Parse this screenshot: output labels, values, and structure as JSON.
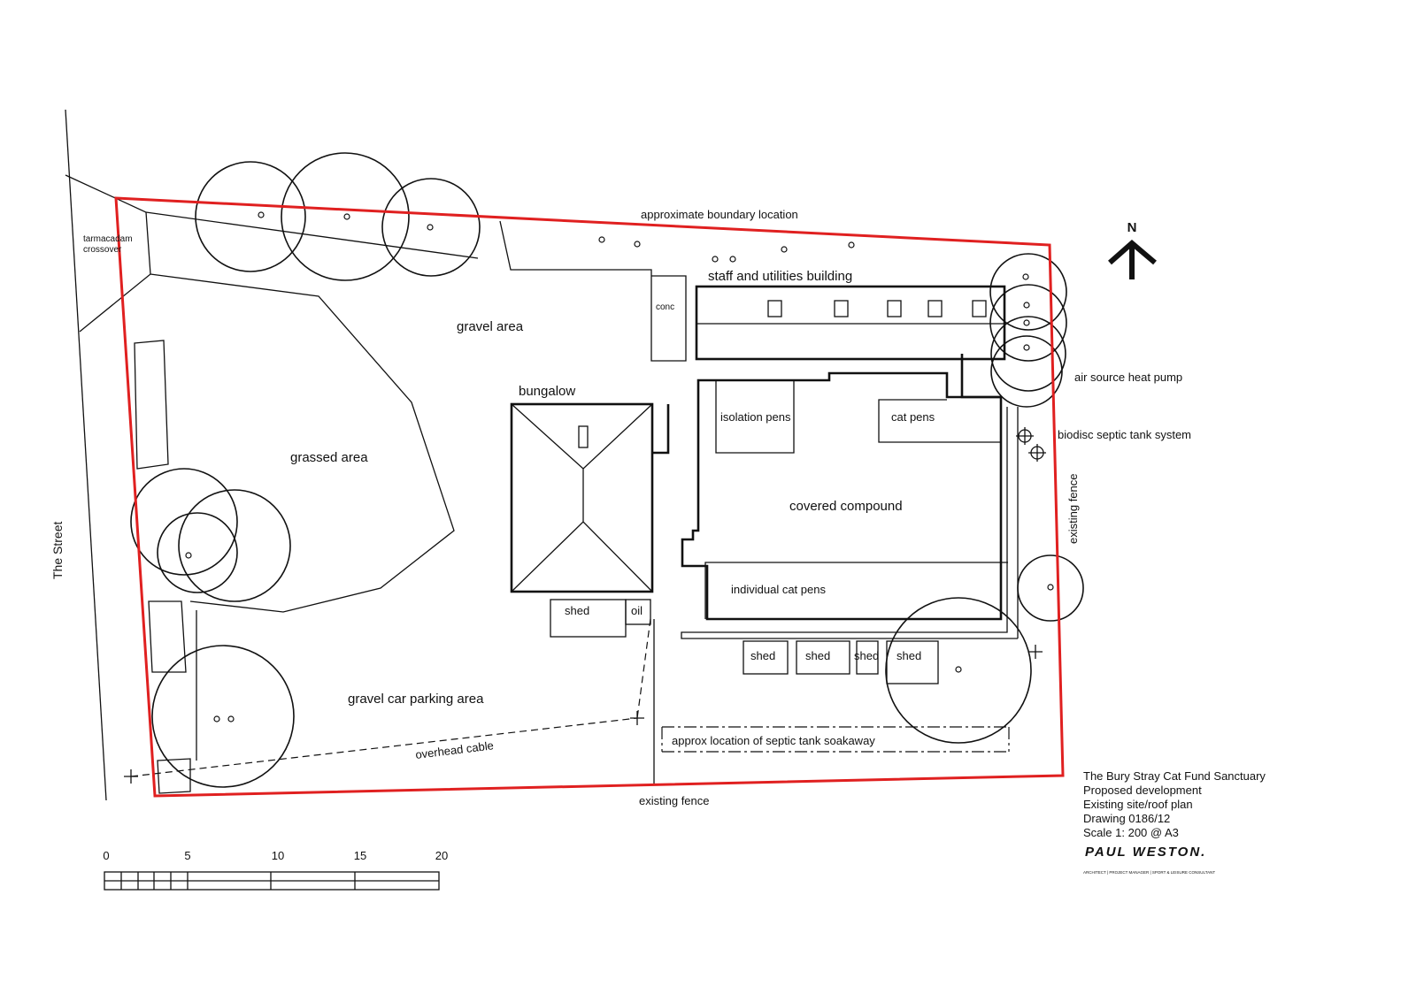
{
  "labels": {
    "street": "The Street",
    "tarmac1": "tarmacadam",
    "tarmac2": "crossover",
    "boundary": "approximate boundary location",
    "staff_building": "staff and utilities building",
    "conc": "conc",
    "gravel_area": "gravel area",
    "bungalow": "bungalow",
    "grassed_area": "grassed area",
    "isolation_pens": "isolation pens",
    "cat_pens": "cat pens",
    "covered_compound": "covered compound",
    "individual_cat_pens": "individual cat pens",
    "air_source": "air source heat pump",
    "biodisc": "biodisc septic tank system",
    "existing_fence_right": "existing fence",
    "existing_fence_bottom": "existing fence",
    "shed": "shed",
    "oil": "oil",
    "gravel_parking": "gravel car parking area",
    "overhead_cable": "overhead cable",
    "septic_soakaway": "approx location of septic tank soakaway",
    "north": "N"
  },
  "title_block": {
    "line1": "The Bury Stray Cat Fund Sanctuary",
    "line2": "Proposed development",
    "line3": "Existing site/roof plan",
    "line4": "Drawing 0186/12",
    "line5": "Scale 1: 200 @ A3",
    "signature": "PAUL WESTON.",
    "credentials": "ARCHITECT | PROJECT MANAGER | SPORT & LEISURE CONSULTANT"
  },
  "scale_bar": {
    "ticks": [
      "0",
      "5",
      "10",
      "15",
      "20"
    ]
  },
  "colors": {
    "boundary": "#e02020",
    "ink": "#111111"
  }
}
